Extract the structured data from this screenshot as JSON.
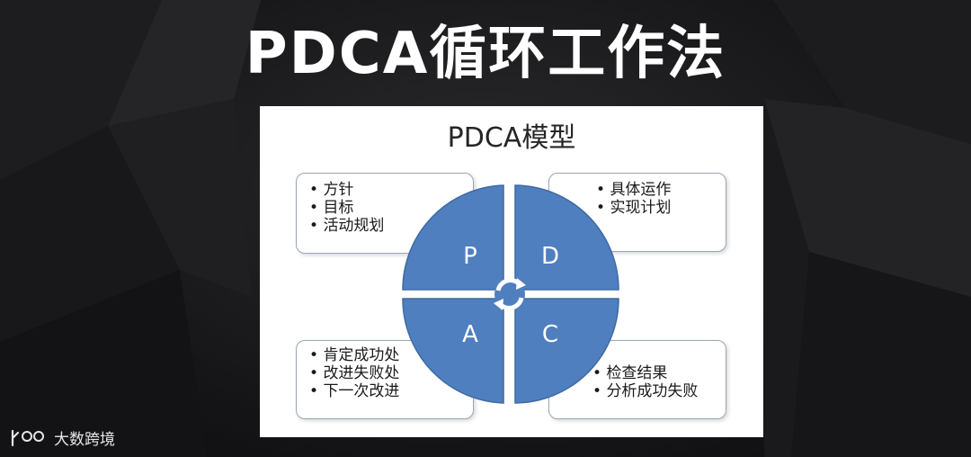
{
  "title": "PDCA循环工作法",
  "diagram": {
    "title": "PDCA模型",
    "quadrants": [
      {
        "letter": "P",
        "items": [
          "方针",
          "目标",
          "活动规划"
        ]
      },
      {
        "letter": "D",
        "items": [
          "具体运作",
          "实现计划"
        ]
      },
      {
        "letter": "A",
        "items": [
          "肯定成功处",
          "改进失败处",
          "下一次改进"
        ]
      },
      {
        "letter": "C",
        "items": [
          "检查结果",
          "分析成功失败"
        ]
      }
    ],
    "colors": {
      "circle": "#4f7fbf",
      "circle_border": "#3f6aa3",
      "box_border": "#9aa6b4"
    },
    "center_icon": "cycle-arrows-icon"
  },
  "watermark": {
    "text": "大数跨境",
    "logo_icon": "brand-logo-icon"
  }
}
